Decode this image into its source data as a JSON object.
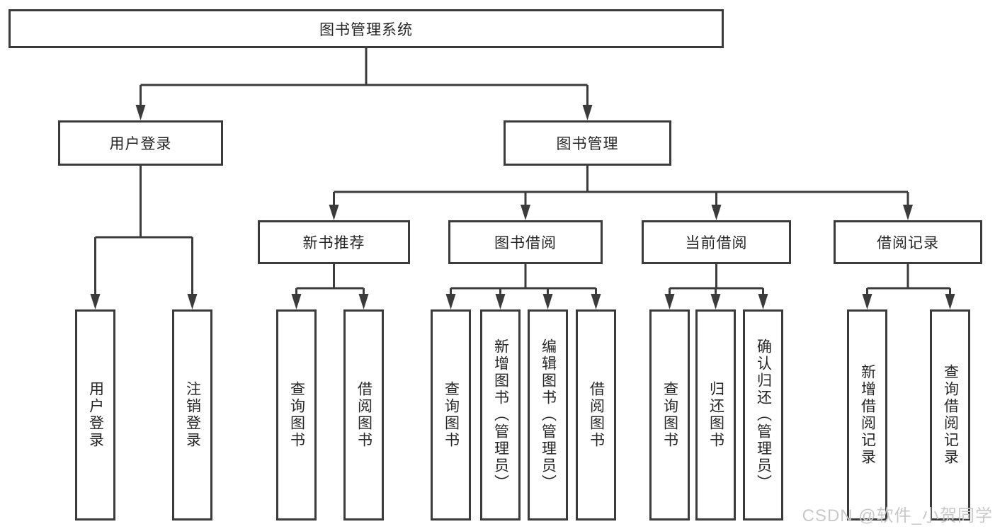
{
  "diagram": {
    "type": "tree",
    "title": "图书管理系统",
    "nodes": {
      "root": {
        "label": "图书管理系统"
      },
      "user_login": {
        "label": "用户登录"
      },
      "book_mgmt": {
        "label": "图书管理"
      },
      "new_rec": {
        "label": "新书推荐"
      },
      "borrow": {
        "label": "图书借阅"
      },
      "current": {
        "label": "当前借阅"
      },
      "record": {
        "label": "借阅记录"
      },
      "leaf_user_login": {
        "label": "用户登录"
      },
      "leaf_logout": {
        "label": "注销登录"
      },
      "leaf_query_book_1": {
        "label": "查询图书"
      },
      "leaf_borrow_book_1": {
        "label": "借阅图书"
      },
      "leaf_query_book_2": {
        "label": "查询图书"
      },
      "leaf_add_book": {
        "label": "新增图书（管理员）"
      },
      "leaf_edit_book": {
        "label": "编辑图书（管理员）"
      },
      "leaf_borrow_book_2": {
        "label": "借阅图书"
      },
      "leaf_query_book_3": {
        "label": "查询图书"
      },
      "leaf_return_book": {
        "label": "归还图书"
      },
      "leaf_confirm_return": {
        "label": "确认归还（管理员）"
      },
      "leaf_add_record": {
        "label": "新增借阅记录"
      },
      "leaf_query_record": {
        "label": "查询借阅记录"
      }
    },
    "hierarchy": {
      "图书管理系统": {
        "用户登录": [
          "用户登录",
          "注销登录"
        ],
        "图书管理": {
          "新书推荐": [
            "查询图书",
            "借阅图书"
          ],
          "图书借阅": [
            "查询图书",
            "新增图书（管理员）",
            "编辑图书（管理员）",
            "借阅图书"
          ],
          "当前借阅": [
            "查询图书",
            "归还图书",
            "确认归还（管理员）"
          ],
          "借阅记录": [
            "新增借阅记录",
            "查询借阅记录"
          ]
        }
      }
    },
    "colors": {
      "line": "#3b3b3b",
      "box_border": "#3b3b3b",
      "text": "#262626",
      "background": "#ffffff",
      "watermark": "#c9c9c9"
    }
  },
  "watermark": {
    "text": "CSDN @软件_小贺同学"
  }
}
